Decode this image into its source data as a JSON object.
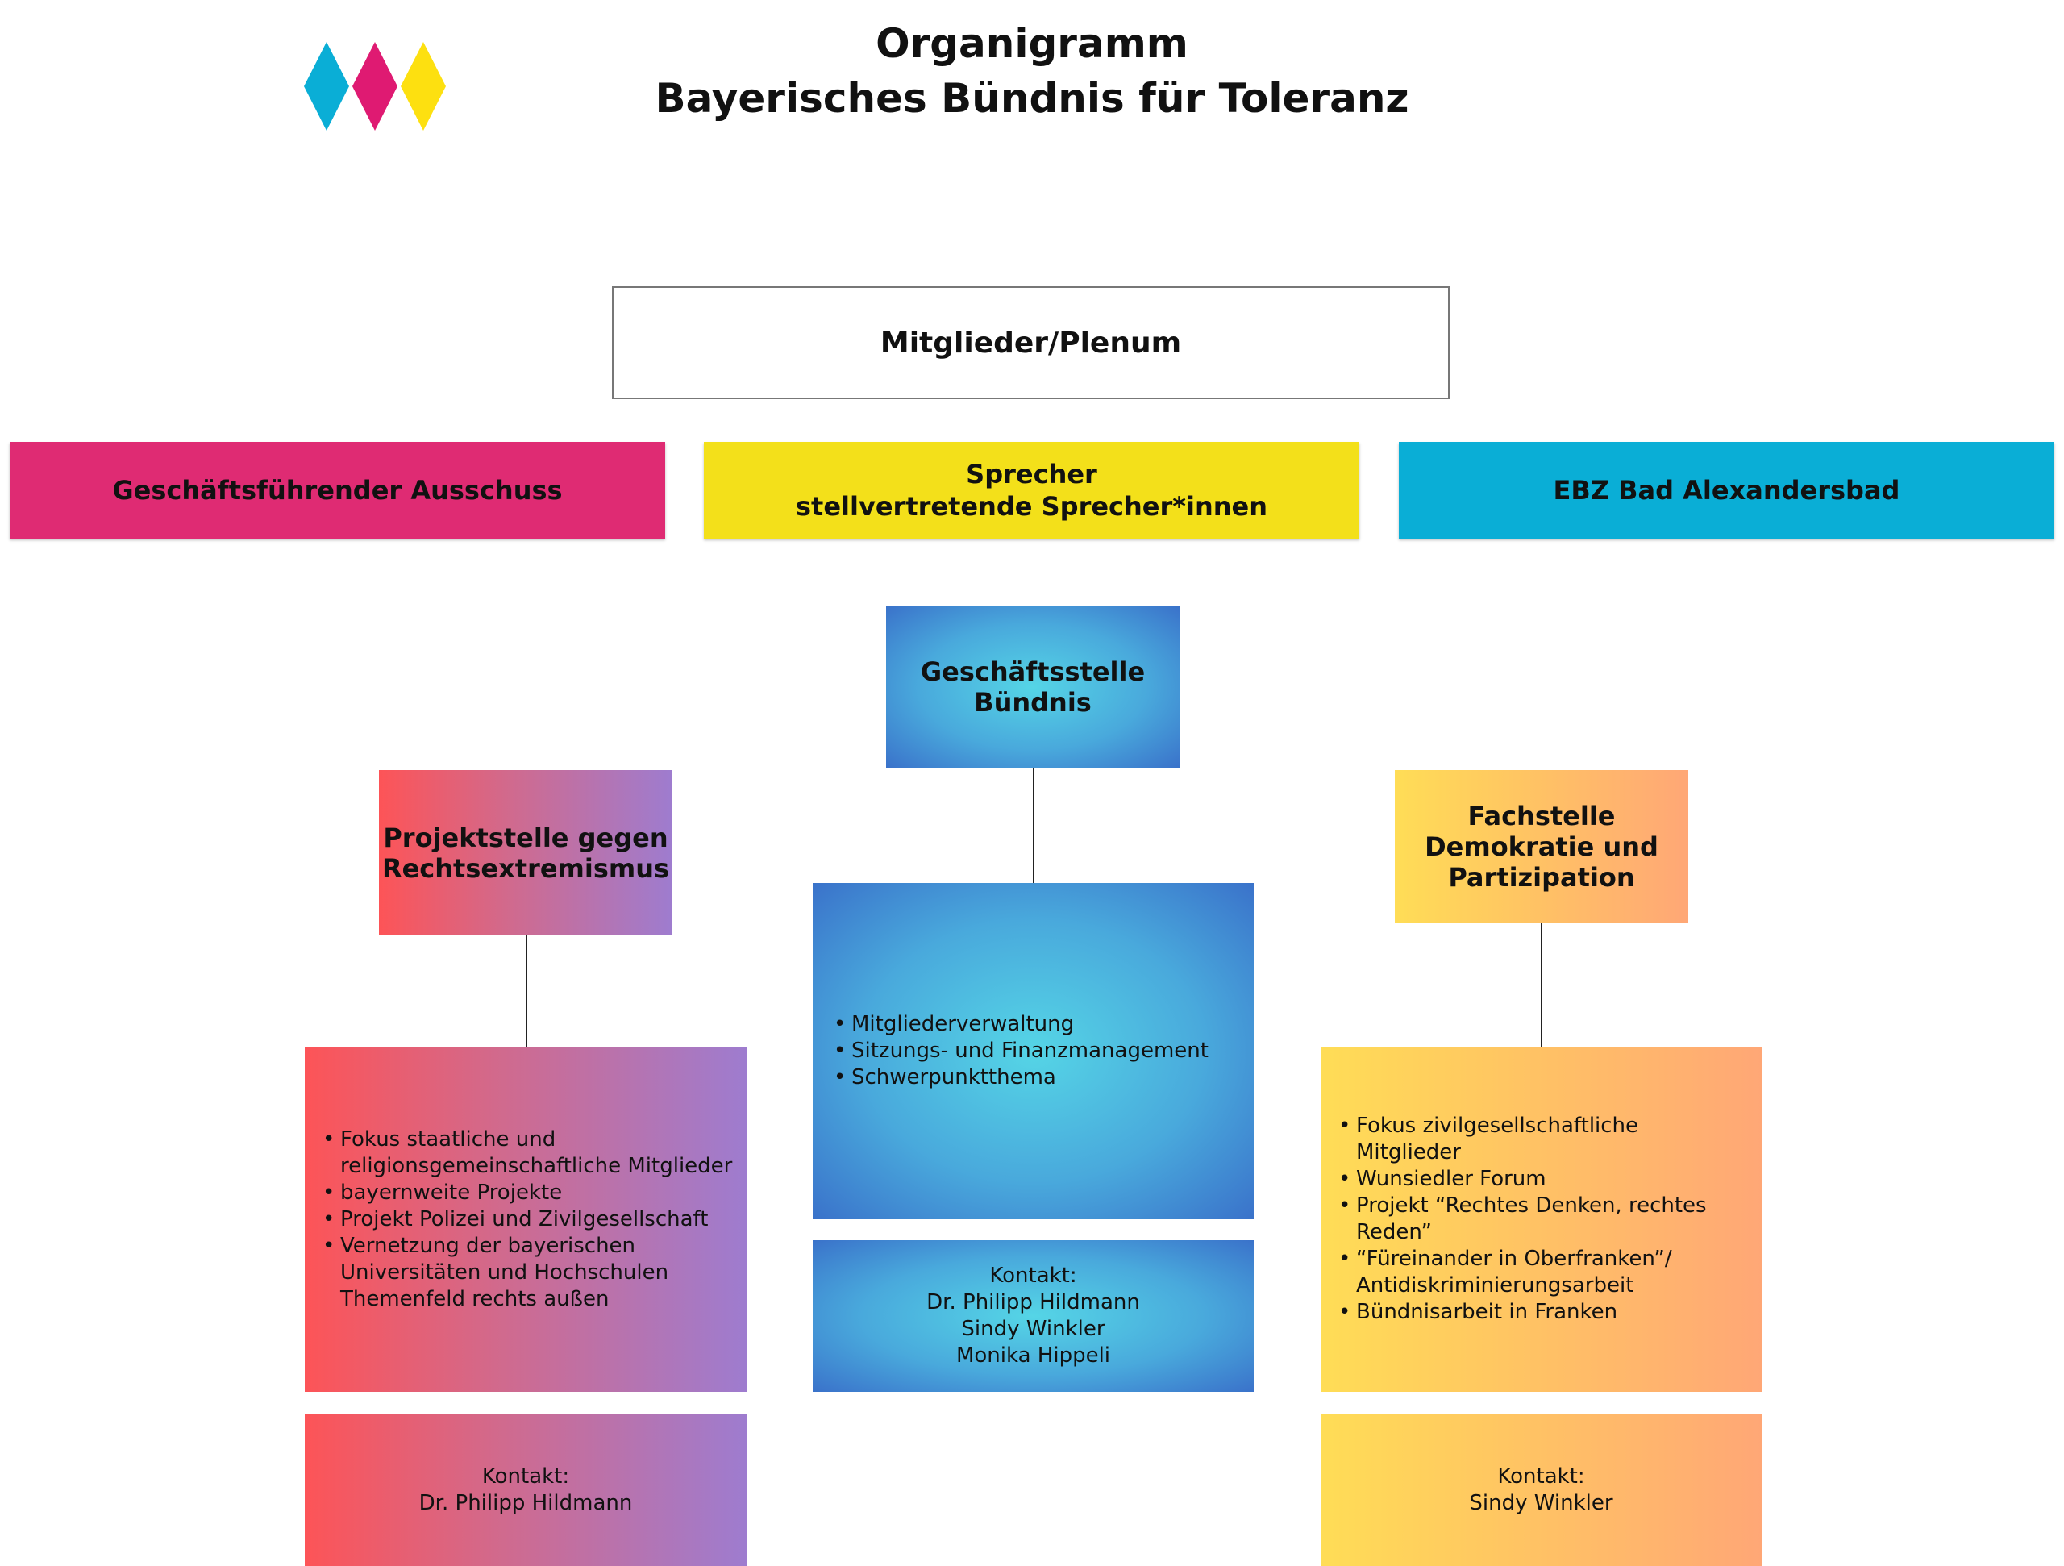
{
  "title": {
    "line1": "Organigramm",
    "line2": "Bayerisches Bündnis für Toleranz"
  },
  "logo": {
    "colors": [
      "#0aaed6",
      "#df1a72",
      "#fde010"
    ]
  },
  "top": {
    "plenum": "Mitglieder/Plenum",
    "ausschuss": "Geschäftsführender Ausschuss",
    "sprecher_line1": "Sprecher",
    "sprecher_line2": "stellvertretende Sprecher*innen",
    "ebz": "EBZ Bad Alexandersbad"
  },
  "center": {
    "head_line1": "Geschäftsstelle",
    "head_line2": "Bündnis",
    "items": [
      "Mitgliederverwaltung",
      "Sitzungs- und Finanzmanagement",
      "Schwerpunktthema"
    ],
    "contact_label": "Kontakt:",
    "contacts": [
      "Dr. Philipp Hildmann",
      "Sindy Winkler",
      "Monika Hippeli"
    ]
  },
  "left": {
    "head_line1": "Projektstelle gegen",
    "head_line2": "Rechtsextremismus",
    "items": [
      "Fokus staatliche und religionsgemeinschaftliche Mitglieder",
      "bayernweite Projekte",
      "Projekt Polizei und Zivilgesellschaft",
      "Vernetzung der bayerischen Universitäten und Hochschulen Themenfeld rechts außen"
    ],
    "contact_label": "Kontakt:",
    "contacts": [
      "Dr. Philipp Hildmann"
    ]
  },
  "right": {
    "head_line1": "Fachstelle",
    "head_line2": "Demokratie und",
    "head_line3": "Partizipation",
    "items": [
      "Fokus zivilgesellschaftliche Mitglieder",
      "Wunsiedler Forum",
      "Projekt “Rechtes Denken, rechtes Reden”",
      "“Füreinander in Oberfranken”/ Antidiskriminierungsarbeit",
      "Bündnisarbeit in Franken"
    ],
    "contact_label": "Kontakt:",
    "contacts": [
      "Sindy Winkler"
    ]
  }
}
